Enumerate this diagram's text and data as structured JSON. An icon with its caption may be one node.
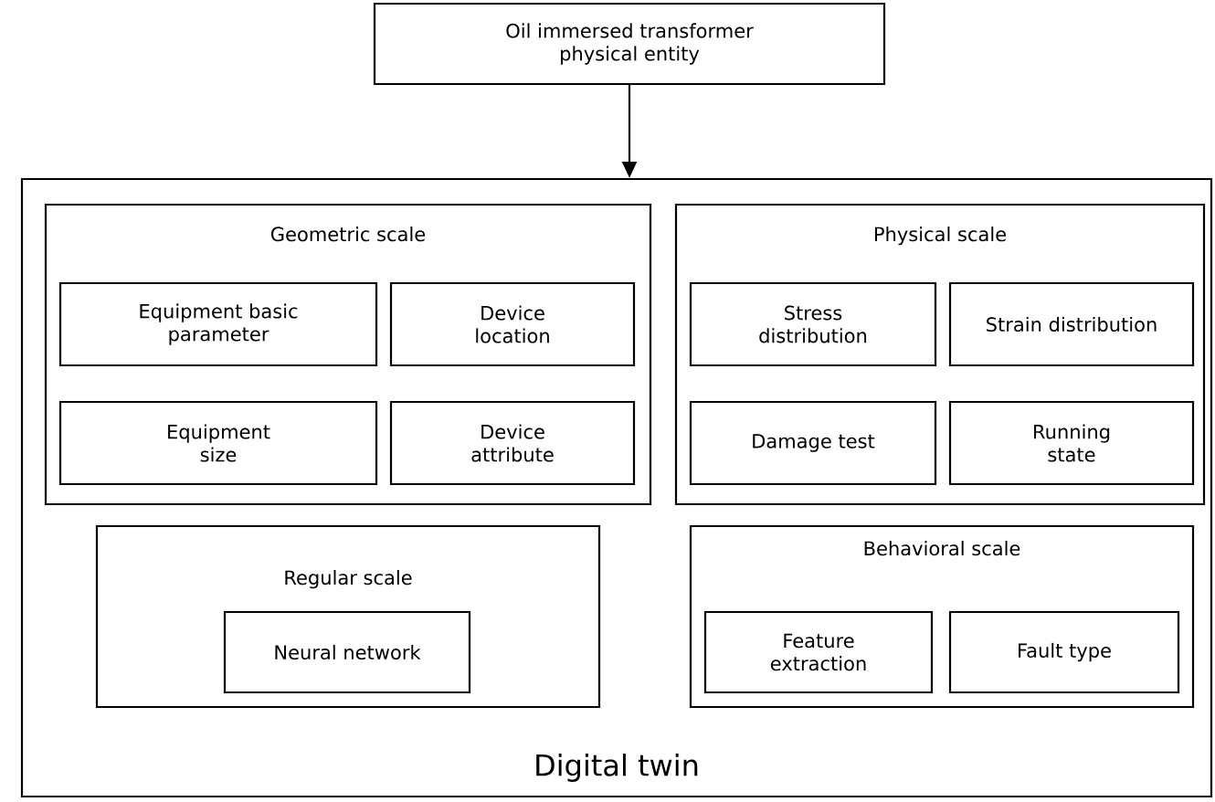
{
  "diagram": {
    "nodes": [
      {
        "text": [
          "Oil immersed transformer physical entity"
        ]
      },
      {
        "text": [
          "Digital twin"
        ]
      },
      {
        "text": [
          "Geometric scale"
        ],
        "in": 1
      },
      {
        "text": [
          "Equipment basic parameter"
        ],
        "in": 2
      },
      {
        "text": [
          "Device location"
        ],
        "in": 2
      },
      {
        "text": [
          "Equipment size"
        ],
        "in": 2
      },
      {
        "text": [
          "Device attribute"
        ],
        "in": 2
      },
      {
        "text": [
          "Physical scale"
        ],
        "in": 1
      },
      {
        "text": [
          "Stress distribution"
        ],
        "in": 7
      },
      {
        "text": [
          "Strain distribution"
        ],
        "in": 7
      },
      {
        "text": [
          "Damage test"
        ],
        "in": 7
      },
      {
        "text": [
          "Running state"
        ],
        "in": 7
      },
      {
        "text": [
          "Regular scale"
        ],
        "in": 1
      },
      {
        "text": [
          "Neural network"
        ],
        "in": 12
      },
      {
        "text": [
          "Behavioral scale"
        ],
        "in": 1
      },
      {
        "text": [
          "Feature extraction"
        ],
        "in": 14
      },
      {
        "text": [
          "Fault type"
        ],
        "in": 14
      }
    ],
    "edges": [
      {
        "from": 0,
        "to": 1,
        "arrow": "to"
      }
    ]
  }
}
